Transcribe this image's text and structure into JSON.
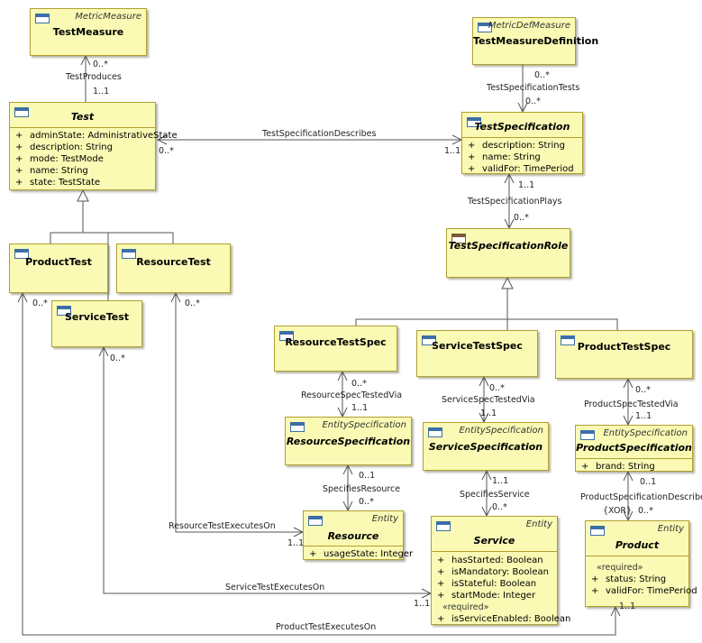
{
  "classes": {
    "testMeasure": {
      "stereotype": "MetricMeasure",
      "name": "TestMeasure"
    },
    "testMeasureDefinition": {
      "stereotype": "MetricDefMeasure",
      "name": "TestMeasureDefinition"
    },
    "test": {
      "name": "Test",
      "attributes": [
        {
          "vis": "+",
          "text": "adminState: AdministrativeState"
        },
        {
          "vis": "+",
          "text": "description: String"
        },
        {
          "vis": "+",
          "text": "mode: TestMode"
        },
        {
          "vis": "+",
          "text": "name: String"
        },
        {
          "vis": "+",
          "text": "state: TestState"
        }
      ]
    },
    "testSpecification": {
      "name": "TestSpecification",
      "attributes": [
        {
          "vis": "+",
          "text": "description: String"
        },
        {
          "vis": "+",
          "text": "name: String"
        },
        {
          "vis": "+",
          "text": "validFor: TimePeriod"
        }
      ]
    },
    "testSpecificationRole": {
      "name": "TestSpecificationRole"
    },
    "productTest": {
      "name": "ProductTest"
    },
    "resourceTest": {
      "name": "ResourceTest"
    },
    "serviceTest": {
      "name": "ServiceTest"
    },
    "resourceTestSpec": {
      "name": "ResourceTestSpec"
    },
    "serviceTestSpec": {
      "name": "ServiceTestSpec"
    },
    "productTestSpec": {
      "name": "ProductTestSpec"
    },
    "resourceSpecification": {
      "stereotype": "EntitySpecification",
      "name": "ResourceSpecification"
    },
    "serviceSpecification": {
      "stereotype": "EntitySpecification",
      "name": "ServiceSpecification"
    },
    "productSpecification": {
      "stereotype": "EntitySpecification",
      "name": "ProductSpecification",
      "attributes": [
        {
          "vis": "+",
          "text": "brand: String"
        }
      ]
    },
    "resource": {
      "stereotype": "Entity",
      "name": "Resource",
      "attributes": [
        {
          "vis": "+",
          "text": "usageState: Integer"
        }
      ]
    },
    "service": {
      "stereotype": "Entity",
      "name": "Service",
      "attributes": [
        {
          "vis": "+",
          "text": "hasStarted: Boolean"
        },
        {
          "vis": "+",
          "text": "isMandatory: Boolean"
        },
        {
          "vis": "+",
          "text": "isStateful: Boolean"
        },
        {
          "vis": "+",
          "text": "startMode: Integer"
        }
      ],
      "required_label": "«required»",
      "required_attributes": [
        {
          "vis": "+",
          "text": "isServiceEnabled: Boolean"
        }
      ]
    },
    "product": {
      "stereotype": "Entity",
      "name": "Product",
      "required_label": "«required»",
      "required_attributes": [
        {
          "vis": "+",
          "text": "status: String"
        },
        {
          "vis": "+",
          "text": "validFor: TimePeriod"
        }
      ]
    }
  },
  "associations": {
    "testProduces": {
      "name": "TestProduces",
      "mult_top": "0..*",
      "mult_bottom": "1..1"
    },
    "testSpecificationTests": {
      "name": "TestSpecificationTests",
      "mult_top": "0..*",
      "mult_bottom": "0..*"
    },
    "testSpecificationDescribes": {
      "name": "TestSpecificationDescribes",
      "mult_left": "0..*",
      "mult_right": "1..1"
    },
    "testSpecificationPlays": {
      "name": "TestSpecificationPlays",
      "mult_top": "1..1",
      "mult_bottom": "0..*"
    },
    "resourceSpecTestedVia": {
      "name": "ResourceSpecTestedVia",
      "mult_top": "0..*",
      "mult_bottom": "1..1"
    },
    "serviceSpecTestedVia": {
      "name": "ServiceSpecTestedVia",
      "mult_top": "0..*",
      "mult_bottom": "1..1"
    },
    "productSpecTestedVia": {
      "name": "ProductSpecTestedVia",
      "mult_top": "0..*",
      "mult_bottom": "1..1"
    },
    "specifiesResource": {
      "name": "SpecifiesResource",
      "mult_top": "0..1",
      "mult_bottom": "0..*"
    },
    "specifiesService": {
      "name": "SpecifiesService",
      "mult_top": "1..1",
      "mult_bottom": "0..*"
    },
    "productSpecificationDescribes": {
      "name": "ProductSpecificationDescribes",
      "mult_top": "0..1",
      "mult_bottom": "0..*",
      "constraint": "{XOR}"
    },
    "resourceTestExecutesOn": {
      "name": "ResourceTestExecutesOn",
      "mult_source": "0..*",
      "mult_target": "1..1"
    },
    "serviceTestExecutesOn": {
      "name": "ServiceTestExecutesOn",
      "mult_source": "0..*",
      "mult_target": "1..1"
    },
    "productTestExecutesOn": {
      "name": "ProductTestExecutesOn",
      "mult_source": "0..*",
      "mult_target": "1..1"
    }
  }
}
